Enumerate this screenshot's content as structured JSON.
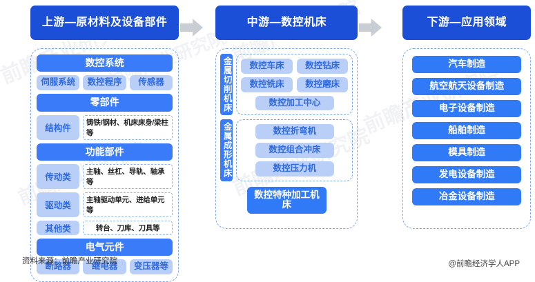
{
  "watermarks": [
    "前瞻产业研究院",
    "前瞻产业研究院",
    "前瞻产业研究院",
    "前瞻产业研究院",
    "前瞻产业研究院",
    "前瞻产业研究院"
  ],
  "arrows": {
    "first": "arrow-right-icon",
    "second": "arrow-right-icon",
    "color": "#c9cdd4"
  },
  "colors": {
    "header_blue": "#1c4fd8",
    "strong_blue": "#3a7bfa",
    "light_blue": "#b9cff7",
    "medium_blue": "#3079f7",
    "dashed_border": "#7aa6ef",
    "light_text_blue": "#2f6ae0"
  },
  "upstream": {
    "title": "上游—原材料及设备部件",
    "sections": [
      {
        "heading": "数控系统"
      },
      {
        "items": [
          "伺服系统",
          "数控程序",
          "传感器"
        ]
      },
      {
        "heading": "零部件"
      },
      {
        "tag": "结构件",
        "value": "铸铁/钢材、机床床身/梁柱等"
      },
      {
        "heading": "功能部件"
      },
      {
        "tag": "传动类",
        "value": "主轴、丝杠、导轨、轴承等"
      },
      {
        "tag": "驱动类",
        "value": "主轴驱动单元、进给单元等"
      },
      {
        "tag": "其他类",
        "value": "转台、刀库、刀具等"
      },
      {
        "heading": "电气元件"
      },
      {
        "items": [
          "断路器",
          "继电器",
          "变压器等"
        ]
      }
    ]
  },
  "midstream": {
    "title": "中游—数控机床",
    "groups": [
      {
        "label": "金属切削机床",
        "rows": [
          [
            "数控车床",
            "数控钻床"
          ],
          [
            "数控铣床",
            "数控磨床"
          ]
        ],
        "center_item": "数控加工中心"
      },
      {
        "label": "金属成形机床",
        "stack": [
          "数控折弯机",
          "数控组合冲床",
          "数控压力机"
        ]
      }
    ],
    "bottom_item": "数控特种加工机床"
  },
  "downstream": {
    "title": "下游—应用领域",
    "items": [
      "汽车制造",
      "航空航天设备制造",
      "电子设备制造",
      "船舶制造",
      "模具制造",
      "发电设备制造",
      "冶金设备制造"
    ]
  },
  "footer": {
    "source": "资料来源：前瞻产业研究院",
    "credit": "@前瞻经济学人APP"
  }
}
